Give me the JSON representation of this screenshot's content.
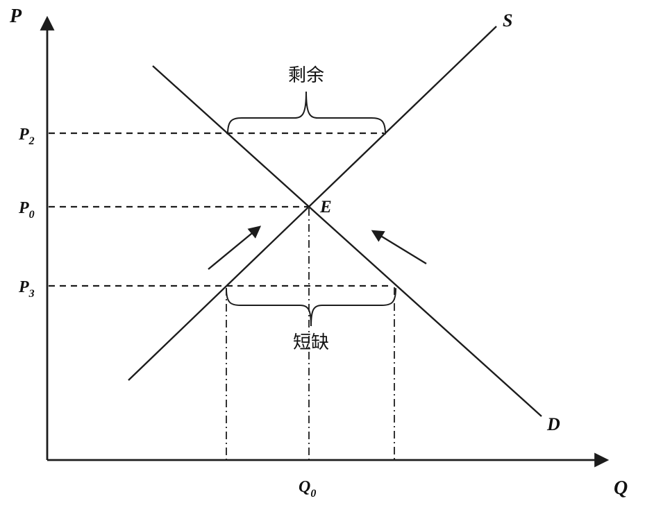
{
  "figure": {
    "type": "supply-demand-equilibrium-diagram",
    "colors": {
      "ink": "#1c1c1c",
      "background": "#ffffff"
    },
    "labels": {
      "y_axis": "P",
      "x_axis": "Q",
      "supply": "S",
      "demand": "D",
      "equilibrium": "E",
      "p2_base": "P",
      "p2_sub": "2",
      "p0_base": "P",
      "p0_sub": "0",
      "p3_base": "P",
      "p3_sub": "3",
      "q0_base": "Q",
      "q0_sub": "0",
      "surplus": "剩余",
      "shortage": "短缺"
    }
  }
}
